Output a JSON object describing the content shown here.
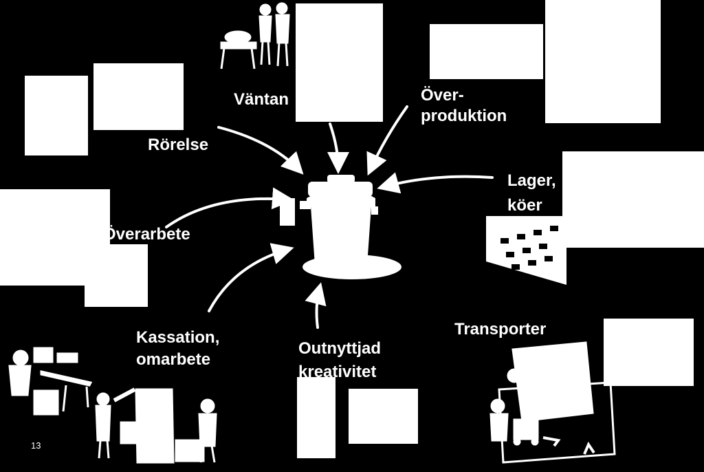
{
  "labels": {
    "vantan": "Väntan",
    "over_line1": "Över-",
    "over_line2": "produktion",
    "rorelse": "Rörelse",
    "lager_line1": "Lager,",
    "lager_line2": "köer",
    "overarbete": "Överarbete",
    "kassation_line1": "Kassation,",
    "kassation_line2": "omarbete",
    "outnyttjad_line1": "Outnyttjad",
    "outnyttjad_line2": "kreativitet",
    "transporter": "Transporter"
  },
  "page_number": "13",
  "colors": {
    "background": "#000000",
    "foreground": "#ffffff"
  }
}
